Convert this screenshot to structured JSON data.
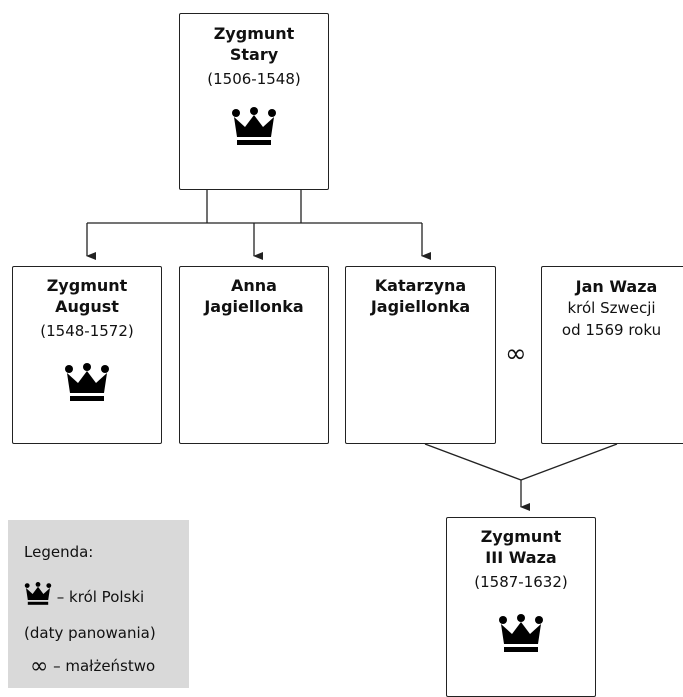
{
  "people": {
    "zygmunt_stary": {
      "name_line1": "Zygmunt",
      "name_line2": "Stary",
      "years": "(1506-1548)"
    },
    "zygmunt_august": {
      "name_line1": "Zygmunt",
      "name_line2": "August",
      "years": "(1548-1572)"
    },
    "anna": {
      "name_line1": "Anna",
      "name_line2": "Jagiellonka"
    },
    "katarzyna": {
      "name_line1": "Katarzyna",
      "name_line2": "Jagiellonka"
    },
    "jan_waza": {
      "name_line1": "Jan Waza",
      "desc_line1": "król Szwecji",
      "desc_line2": "od 1569 roku"
    },
    "zygmunt_iii": {
      "name_line1": "Zygmunt",
      "name_line2": "III Waza",
      "years": "(1587-1632)"
    }
  },
  "marriage_symbol": "∞",
  "legend": {
    "title": "Legenda:",
    "crown_text": "– król Polski",
    "crown_note": "(daty panowania)",
    "marriage_symbol": "∞",
    "marriage_text": "– małżeństwo"
  },
  "icons": {
    "crown": "crown-icon",
    "marriage": "infinity-icon"
  },
  "colors": {
    "line": "#222222",
    "legend_bg": "#d9d9d9"
  }
}
